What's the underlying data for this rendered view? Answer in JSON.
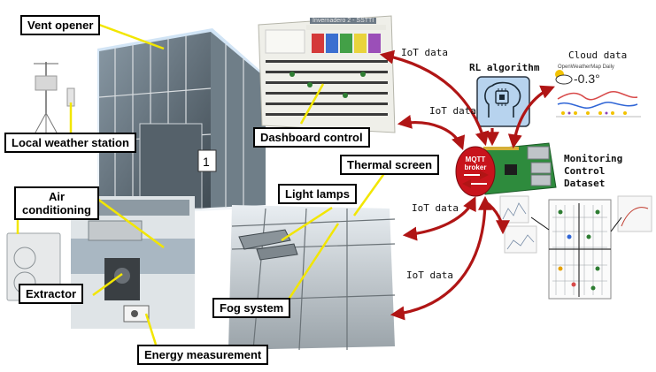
{
  "labels": {
    "vent_opener": "Vent opener",
    "local_weather_station": "Local weather station",
    "air_conditioning_line1": "Air",
    "air_conditioning_line2": "conditioning",
    "extractor": "Extractor",
    "energy_measurement": "Energy measurement",
    "dashboard_control": "Dashboard control",
    "thermal_screen": "Thermal screen",
    "light_lamps": "Light lamps",
    "fog_system": "Fog system"
  },
  "flow_labels": {
    "iot_1": "IoT data",
    "iot_2": "IoT data",
    "iot_3": "IoT data",
    "iot_4": "IoT data",
    "cloud_data": "Cloud data"
  },
  "headings": {
    "rl_algorithm": "RL algorithm",
    "monitoring_line1": "Monitoring",
    "monitoring_line2": "Control",
    "monitoring_line3": "Dataset"
  },
  "broker": {
    "line1": "MQTT",
    "line2": "broker"
  },
  "dashboard_panel": {
    "title": "Invernadero 2 - SSTTI"
  },
  "cloud_widget": {
    "source": "OpenWeatherMap Daily",
    "temperature": "-0.3°"
  },
  "greenhouse": {
    "door_number": "1"
  },
  "colors": {
    "arrow": "#b01515",
    "broker": "#c8141c",
    "pointer": "#f2e600"
  }
}
